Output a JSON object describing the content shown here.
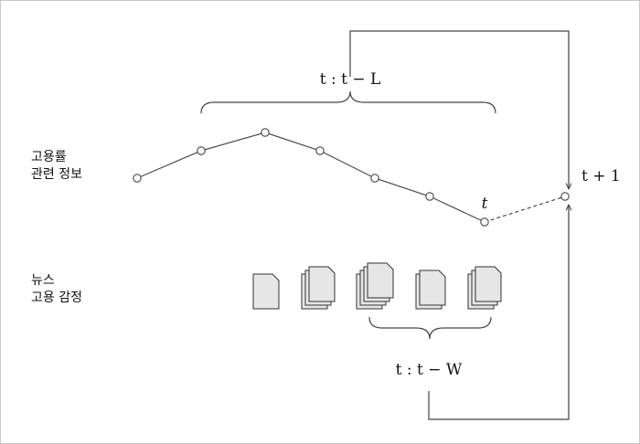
{
  "rows": {
    "employment_info": [
      "고용률",
      "관련 정보"
    ],
    "news_sentiment": [
      "뉴스",
      "고용 감정"
    ]
  },
  "labels": {
    "lookback_window": "t : t − L",
    "current_time": "t",
    "next_time": "t + 1",
    "news_window": "t : t − W"
  },
  "series": {
    "employment_points": 7,
    "forecast_point": 1
  },
  "news_stacks": [
    1,
    3,
    4,
    2,
    3
  ],
  "colors": {
    "line": "#4a4a4a",
    "doc_fill": "#e6e6e6",
    "doc_stroke": "#333333"
  }
}
